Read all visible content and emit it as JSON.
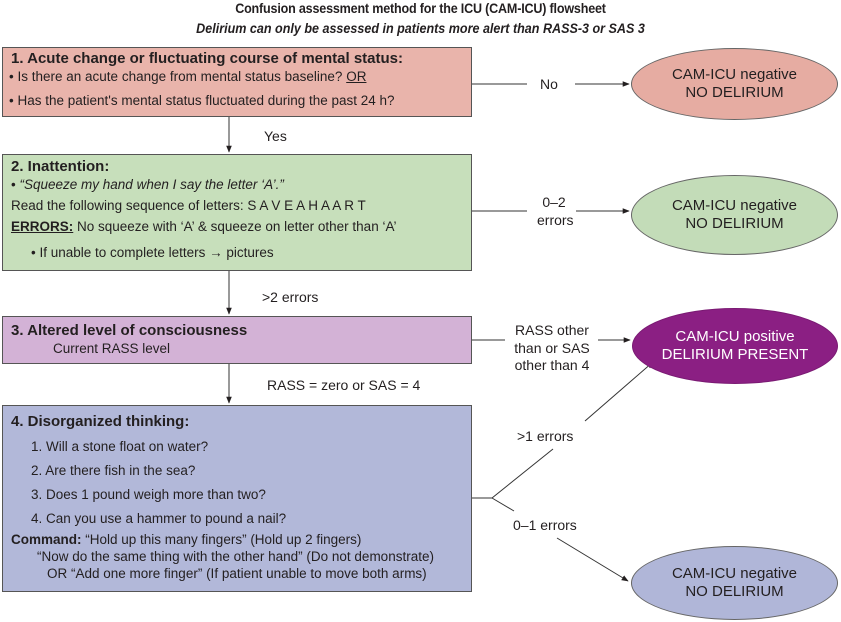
{
  "title": "Confusion assessment method for the ICU (CAM-ICU) flowsheet",
  "subtitle": "Delirium can only be assessed in patients more alert than RASS-3 or SAS 3",
  "steps": [
    {
      "heading": "1. Acute change or fluctuating course of mental status:",
      "lines": [
        {
          "bullet": "•",
          "text": "Is there an acute change from mental status baseline?",
          "suffix": "OR"
        },
        {
          "bullet": "•",
          "text": "Has the patient's mental status fluctuated during the past 24 h?"
        }
      ],
      "color": "#e9b4ab"
    },
    {
      "heading": "2. Inattention:",
      "lines": [
        {
          "bullet": "•",
          "text": "“Squeeze my hand when I say the letter ‘A’.”"
        },
        {
          "text": "Read the following sequence of letters: S A V E A H A A R T"
        },
        {
          "label": "ERRORS:",
          "text": " No squeeze with ‘A’ & squeeze on letter other than ‘A’"
        },
        {
          "bullet": "•",
          "text": "If unable to complete letters → pictures"
        }
      ],
      "color": "#c7dfbb"
    },
    {
      "heading": "3. Altered level of consciousness",
      "lines": [
        {
          "text": "Current RASS level"
        }
      ],
      "color": "#d3b2d6"
    },
    {
      "heading": "4. Disorganized thinking:",
      "lines": [
        {
          "text": "1. Will a stone float on water?"
        },
        {
          "text": "2. Are there fish in the sea?"
        },
        {
          "text": "3. Does 1 pound weigh more than two?"
        },
        {
          "text": "4. Can you use a hammer to pound a nail?"
        },
        {
          "label": "Command:",
          "text": " “Hold up this many fingers” (Hold up 2 fingers)"
        },
        {
          "text": "“Now do the same thing with the other hand” (Do not demonstrate)"
        },
        {
          "text": "OR “Add one more finger” (If patient unable to move both arms)"
        }
      ],
      "color": "#b2b8d9"
    }
  ],
  "outcomes": [
    {
      "line1": "CAM-ICU negative",
      "line2": "NO DELIRIUM",
      "color": "#e6aca2"
    },
    {
      "line1": "CAM-ICU negative",
      "line2": "NO DELIRIUM",
      "color": "#c3dcb8"
    },
    {
      "line1": "CAM-ICU positive",
      "line2": "DELIRIUM PRESENT",
      "color": "#8b1f83"
    },
    {
      "line1": "CAM-ICU negative",
      "line2": "NO DELIRIUM",
      "color": "#b0b6d8"
    }
  ],
  "edges": {
    "step1_no": "No",
    "step1_yes": "Yes",
    "step2_ok": [
      "0–2",
      "errors"
    ],
    "step2_fail": ">2 errors",
    "step3_positive": [
      "RASS other",
      "than or SAS",
      "other than 4"
    ],
    "step3_continue": "RASS = zero or SAS = 4",
    "step4_positive": ">1 errors",
    "step4_negative": "0–1 errors"
  }
}
